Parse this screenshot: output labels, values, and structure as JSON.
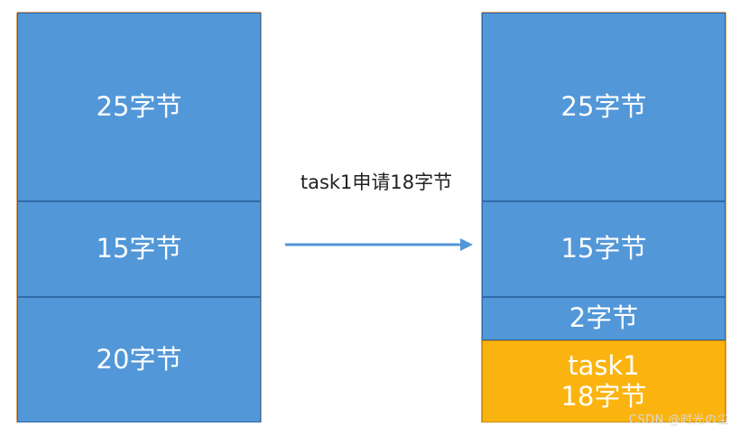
{
  "left_stack": {
    "blocks": [
      {
        "label": "25字节"
      },
      {
        "label": "15字节"
      },
      {
        "label": "20字节"
      }
    ]
  },
  "arrow": {
    "label": "task1申请18字节"
  },
  "right_stack": {
    "blocks": [
      {
        "label": "25字节"
      },
      {
        "label": "15字节"
      },
      {
        "label": "2字节"
      },
      {
        "line1": "task1",
        "line2": "18字节"
      }
    ]
  },
  "watermark": "CSDN @时光の尘",
  "colors": {
    "free_block": "#5297d8",
    "allocated_block": "#fbb40f",
    "arrow": "#5297d8"
  }
}
